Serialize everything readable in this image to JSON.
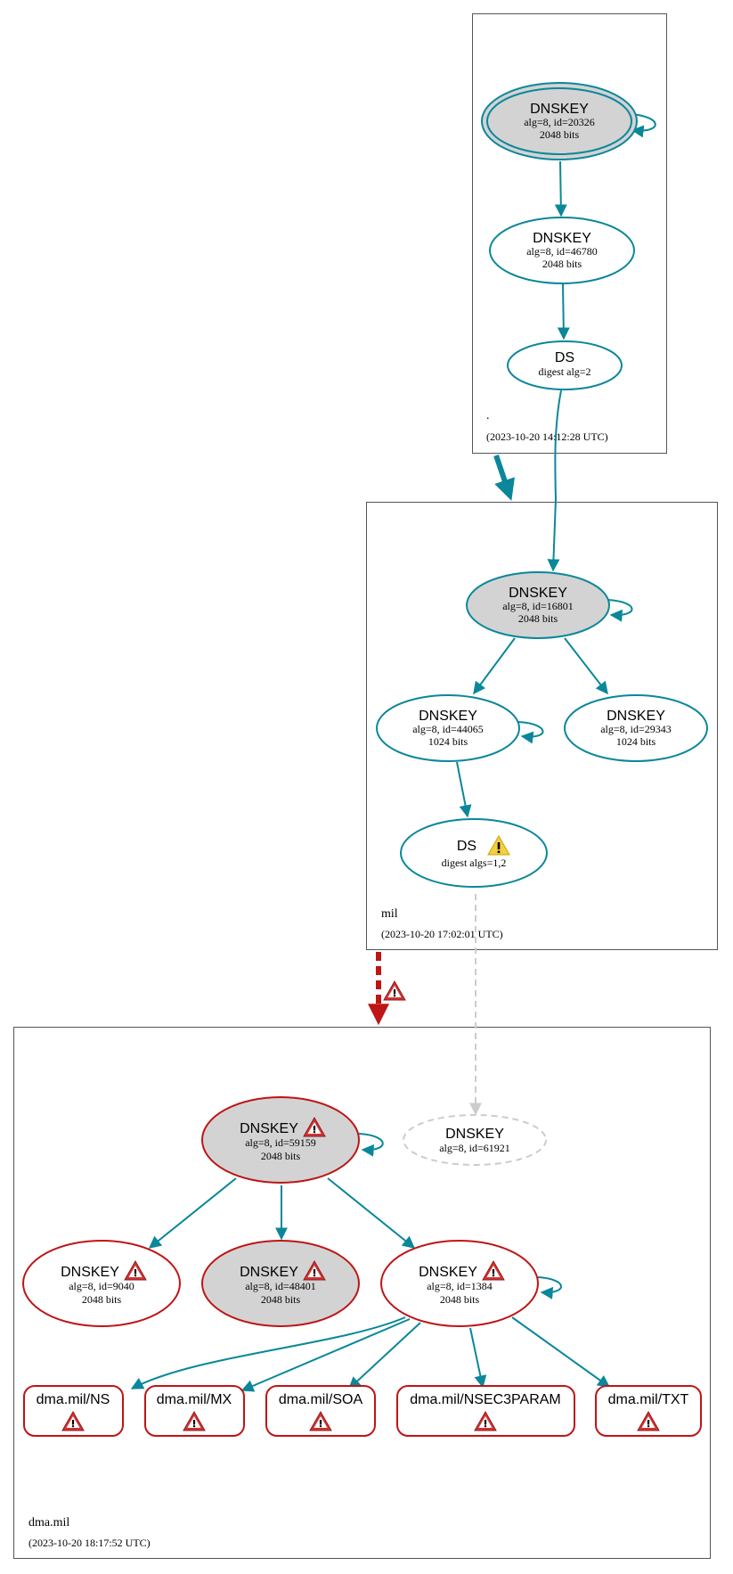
{
  "colors": {
    "secure": "#0a879a",
    "bogus": "#be1515",
    "insecure_dashed": "#d0d0d0",
    "node_fill_ksk": "#d3d3d3",
    "node_fill_plain": "#ffffff",
    "warning_yellow": "#f4d03f",
    "error_red": "#d33333",
    "zone_border": "#555555"
  },
  "zones": [
    {
      "id": "root",
      "name": ".",
      "timestamp": "(2023-10-20 14:12:28 UTC)"
    },
    {
      "id": "mil",
      "name": "mil",
      "timestamp": "(2023-10-20 17:02:01 UTC)"
    },
    {
      "id": "dma",
      "name": "dma.mil",
      "timestamp": "(2023-10-20 18:17:52 UTC)"
    }
  ],
  "nodes": {
    "root_ksk": {
      "title": "DNSKEY",
      "line1": "alg=8, id=20326",
      "line2": "2048 bits"
    },
    "root_zsk": {
      "title": "DNSKEY",
      "line1": "alg=8, id=46780",
      "line2": "2048 bits"
    },
    "root_ds": {
      "title": "DS",
      "line1": "digest alg=2"
    },
    "mil_ksk": {
      "title": "DNSKEY",
      "line1": "alg=8, id=16801",
      "line2": "2048 bits"
    },
    "mil_zsk1": {
      "title": "DNSKEY",
      "line1": "alg=8, id=44065",
      "line2": "1024 bits"
    },
    "mil_zsk2": {
      "title": "DNSKEY",
      "line1": "alg=8, id=29343",
      "line2": "1024 bits"
    },
    "mil_ds": {
      "title": "DS",
      "line1": "digest algs=1,2",
      "icon": "warning-icon"
    },
    "dma_ksk": {
      "title": "DNSKEY",
      "line1": "alg=8, id=59159",
      "line2": "2048 bits",
      "icon": "error-icon"
    },
    "dma_missing": {
      "title": "DNSKEY",
      "line1": "alg=8, id=61921"
    },
    "dma_k9040": {
      "title": "DNSKEY",
      "line1": "alg=8, id=9040",
      "line2": "2048 bits",
      "icon": "error-icon"
    },
    "dma_k48401": {
      "title": "DNSKEY",
      "line1": "alg=8, id=48401",
      "line2": "2048 bits",
      "icon": "error-icon"
    },
    "dma_k1384": {
      "title": "DNSKEY",
      "line1": "alg=8, id=1384",
      "line2": "2048 bits",
      "icon": "error-icon"
    }
  },
  "rrsets": [
    {
      "label": "dma.mil/NS",
      "icon": "error-icon"
    },
    {
      "label": "dma.mil/MX",
      "icon": "error-icon"
    },
    {
      "label": "dma.mil/SOA",
      "icon": "error-icon"
    },
    {
      "label": "dma.mil/NSEC3PARAM",
      "icon": "error-icon"
    },
    {
      "label": "dma.mil/TXT",
      "icon": "error-icon"
    }
  ]
}
